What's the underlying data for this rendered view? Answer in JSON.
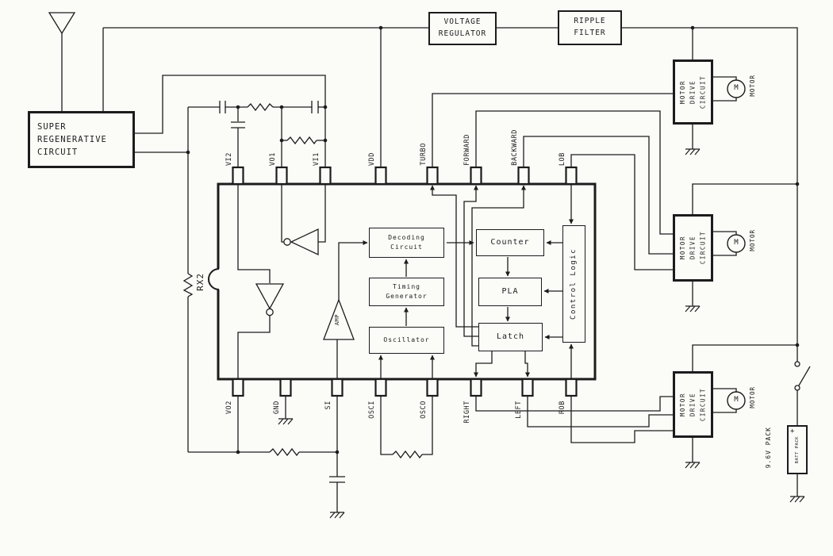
{
  "colors": {
    "ink": "#1c1c1c",
    "paper": "#fbfbf8"
  },
  "blocks": {
    "super_regenerative": {
      "lines": [
        "SUPER",
        "REGENERATIVE",
        "CIRCUIT"
      ]
    },
    "voltage_regulator": {
      "lines": [
        "VOLTAGE",
        "REGULATOR"
      ]
    },
    "ripple_filter": {
      "lines": [
        "RIPPLE",
        "FILTER"
      ]
    }
  },
  "chip": {
    "label": "RX2",
    "top_pins": [
      "VI2",
      "VO1",
      "VI1",
      "VDD",
      "TURBO",
      "FORWARD",
      "BACKWARD",
      "LOB"
    ],
    "bottom_pins": [
      "VO2",
      "GND",
      "SI",
      "OSCI",
      "OSCO",
      "RIGHT",
      "LEFT",
      "ROB"
    ],
    "internal": {
      "decoding": {
        "lines": [
          "Decoding",
          "Circuit"
        ]
      },
      "timing": {
        "lines": [
          "Timing",
          "Generator"
        ]
      },
      "oscillator": {
        "label": "Oscillator"
      },
      "counter": {
        "label": "Counter"
      },
      "pla": {
        "label": "PLA"
      },
      "latch": {
        "label": "Latch"
      },
      "control_logic": {
        "label": "Control Logic"
      },
      "amp": {
        "label": "AMP"
      }
    }
  },
  "motor_drives": [
    {
      "lines": [
        "MOTOR",
        "DRIVE",
        "CIRCUIT"
      ],
      "motor_letter": "M",
      "motor_label": "MOTOR"
    },
    {
      "lines": [
        "MOTOR",
        "DRIVE",
        "CIRCUIT"
      ],
      "motor_letter": "M",
      "motor_label": "MOTOR"
    },
    {
      "lines": [
        "MOTOR",
        "DRIVE",
        "CIRCUIT"
      ],
      "motor_letter": "M",
      "motor_label": "MOTOR"
    }
  ],
  "battery": {
    "label": "9.6V PACK",
    "cell_label": "BATT PACK",
    "positive": "+"
  },
  "icons": {
    "antenna": "antenna-icon",
    "ground": "ground-icon",
    "switch": "switch-icon",
    "motor": "motor-icon"
  }
}
